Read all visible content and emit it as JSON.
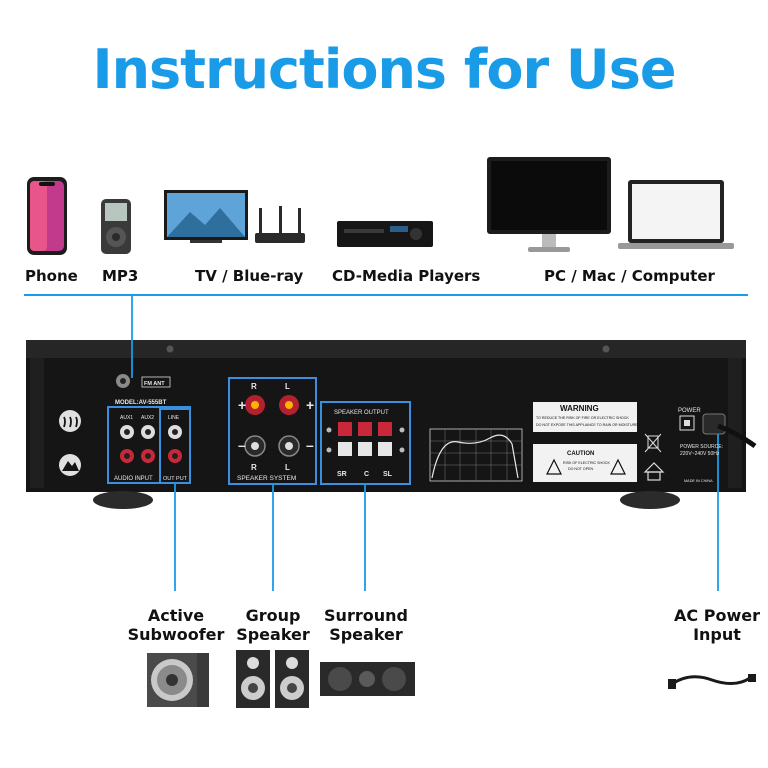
{
  "title": "Instructions for Use",
  "devices": [
    {
      "label": "Phone"
    },
    {
      "label": "MP3"
    },
    {
      "label": "TV / Blue-ray"
    },
    {
      "label": "CD-Media Players"
    },
    {
      "label": "PC / Mac / Computer"
    }
  ],
  "panel": {
    "fm_ant": "FM ANT",
    "model": "MODEL:AV-555BT",
    "aux1": "AUX1",
    "aux2": "AUX2",
    "line": "LINE",
    "audio_input": "AUDIO INPUT",
    "output": "OUT PUT",
    "speaker_system": "SPEAKER SYSTEM",
    "speaker_output": "SPEAKER OUTPUT",
    "sr": "SR",
    "c": "C",
    "sl": "SL",
    "warning": "WARNING",
    "warning_text1": "TO REDUCE THE RISK OF FIRE OR ELECTRIC SHOCK",
    "warning_text2": "DO NOT EXPOSE THIS APPLIANCE TO RAIN OR MOISTURE",
    "caution": "CAUTION",
    "caution_text1": "RISK OF ELECTRIC SHOCK",
    "caution_text2": "DO NOT OPEN",
    "power": "POWER",
    "power_source": "POWER SOURCE:",
    "power_spec": "220V~240V 50Hz",
    "made_in": "MADE IN CHINA"
  },
  "outputs": [
    {
      "line1": "Active",
      "line2": "Subwoofer"
    },
    {
      "line1": "Group",
      "line2": "Speaker"
    },
    {
      "line1": "Surround",
      "line2": "Speaker"
    },
    {
      "line1": "AC Power",
      "line2": "Input"
    }
  ],
  "colors": {
    "accent": "#1a9be8",
    "panel": "#161616",
    "highlight": "#3a8fe0"
  }
}
